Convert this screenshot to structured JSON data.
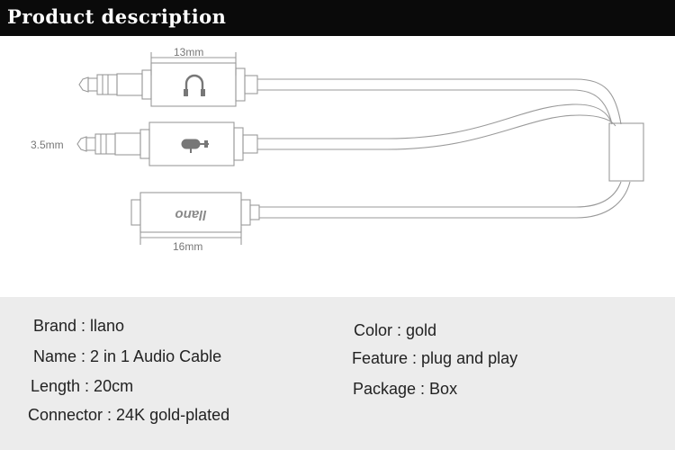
{
  "header": {
    "title": "Product description"
  },
  "diagram": {
    "dim_top": "13mm",
    "dim_side": "3.5mm",
    "dim_bottom": "16mm",
    "brand_mark": "llano"
  },
  "specs": {
    "left": [
      "Brand : llano",
      "Name : 2 in 1 Audio Cable",
      "Length : 20cm",
      "Connector : 24K gold-plated"
    ],
    "right": [
      "Color : gold",
      "Feature : plug and play",
      "Package : Box"
    ]
  },
  "colors": {
    "header_bg": "#0a0a0a",
    "specs_bg": "#ececec",
    "line": "#9a9a9a"
  },
  "icons": [
    "headphone-icon",
    "microphone-icon"
  ]
}
